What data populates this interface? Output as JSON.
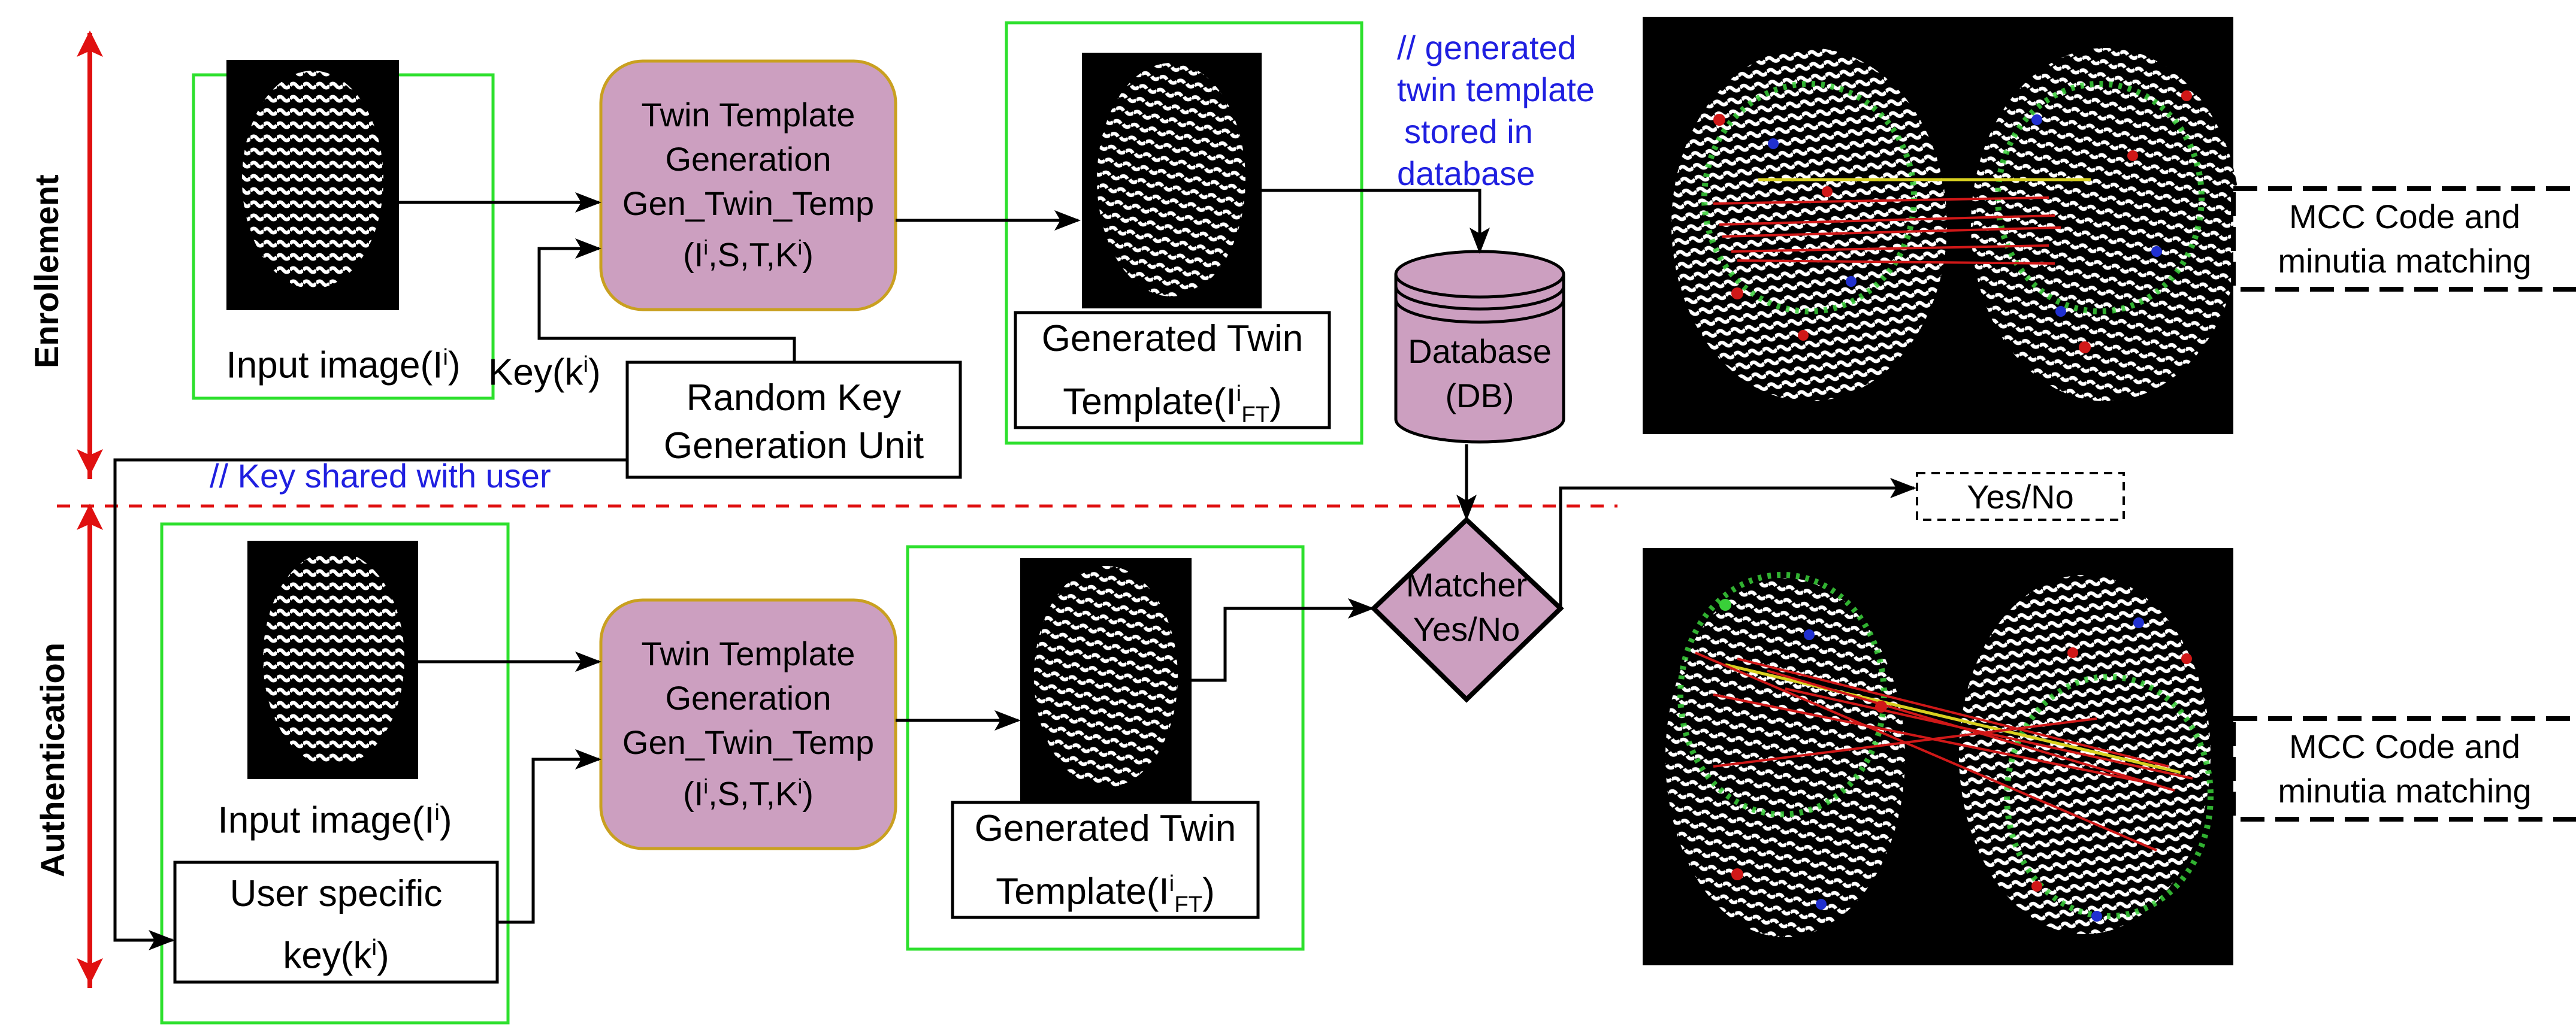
{
  "sections": {
    "enrollment": "Enrollement",
    "authentication": "Authentication"
  },
  "enrollment": {
    "input_image": {
      "text": "Input image(I",
      "sup": "i",
      "close": ")"
    },
    "twin_gen": {
      "line1": "Twin Template",
      "line2": "Generation",
      "line3": "Gen_Twin_Temp",
      "params_pre": "(I",
      "params_sup": "i",
      "params_mid": ",S,T,K",
      "params_sup2": "i",
      "params_close": ")"
    },
    "generated_twin": {
      "line1": "Generated Twin",
      "line2_pre": "Template(I",
      "line2_sup": "i",
      "line2_sub": "FT",
      "line2_close": ")"
    },
    "key_label": {
      "pre": "Key(k",
      "sup": "i",
      "close": ")"
    },
    "random_key": {
      "line1": "Random Key",
      "line2": "Generation Unit"
    },
    "db_comment": {
      "line1": "// generated",
      "line2": "twin template",
      "line3": "stored in",
      "line4": "database"
    },
    "database": {
      "line1": "Database",
      "line2": "(DB)"
    },
    "mcc": {
      "line1": "MCC Code and",
      "line2": "minutia matching"
    }
  },
  "key_shared_comment": "// Key shared with user",
  "matcher": {
    "line1": "Matcher",
    "line2": "Yes/No"
  },
  "result": "Yes/No",
  "authentication": {
    "input_image": {
      "text": "Input image(I",
      "sup": "i",
      "close": ")"
    },
    "user_key": {
      "line1": "User specific",
      "line2_pre": "key(k",
      "line2_sup": "i",
      "line2_close": ")"
    },
    "twin_gen": {
      "line1": "Twin Template",
      "line2": "Generation",
      "line3": "Gen_Twin_Temp",
      "params_pre": "(I",
      "params_sup": "i",
      "params_mid": ",S,T,K",
      "params_sup2": "i",
      "params_close": ")"
    },
    "generated_twin": {
      "line1": "Generated Twin",
      "line2_pre": "Template(I",
      "line2_sup": "i",
      "line2_sub": "FT",
      "line2_close": ")"
    },
    "mcc": {
      "line1": "MCC Code and",
      "line2": "minutia matching"
    }
  },
  "colors": {
    "process_fill": "#cc9fc0",
    "process_stroke": "#c9a020",
    "green_box": "#2de02d",
    "arrow_red": "#e01010",
    "comment_blue": "#1f1fe0",
    "match_green": "#39d039",
    "match_red": "#d01818",
    "match_yellow": "#d8d020",
    "minutia_blue": "#2030d0"
  }
}
